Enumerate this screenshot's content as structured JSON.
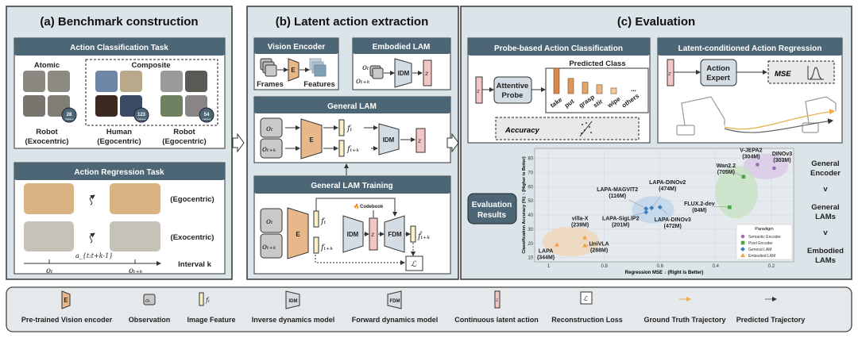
{
  "panel_a": {
    "title": "(a) Benchmark construction",
    "classification": {
      "header": "Action Classification Task",
      "atomic": "Atomic",
      "composite": "Composite",
      "groups": [
        {
          "line1": "Robot",
          "line2": "(Exocentric)",
          "badge": "28"
        },
        {
          "line1": "Human",
          "line2": "(Egocentric)",
          "badge": "123"
        },
        {
          "line1": "Robot",
          "line2": "(Egocentric)",
          "badge": "54"
        }
      ],
      "badge_unit": "Classes"
    },
    "regression": {
      "header": "Action Regression Task",
      "row1": "(Egocentric)",
      "row2": "(Exocentric)",
      "action": "a_{t:t+k-1}",
      "o_t": "oₜ",
      "o_tk": "oₜ₊ₖ",
      "interval": "Interval k"
    }
  },
  "panel_b": {
    "title": "(b) Latent action extraction",
    "vision_encoder": {
      "header": "Vision  Encoder",
      "frames": "Frames",
      "features": "Features",
      "E": "E"
    },
    "embodied_lam": {
      "header": "Embodied LAM",
      "o_t": "oₜ",
      "o_tk": "oₜ₊ₖ",
      "idm": "IDM",
      "z": "z"
    },
    "general_lam": {
      "header": "General LAM",
      "o_t": "oₜ",
      "o_tk": "oₜ₊ₖ",
      "E": "E",
      "f_t": "fₜ",
      "f_tk": "fₜ₊ₖ",
      "idm": "IDM",
      "z": "z"
    },
    "training": {
      "header": "General LAM Training",
      "o_t": "oₜ",
      "o_tk": "oₜ₊ₖ",
      "E": "E",
      "f_t": "fₜ",
      "f_tk": "fₜ₊ₖ",
      "idm": "IDM",
      "z": "z",
      "codebook": "Codebook",
      "fdm": "FDM",
      "f_hat": "f̂ₜ₊ₖ",
      "loss": "ℒ"
    }
  },
  "panel_c": {
    "title": "(c) Evaluation",
    "probe": {
      "header": "Probe-based Action Classification",
      "z": "z",
      "probe": [
        "Attentive",
        "Probe"
      ],
      "predicted": "Predicted Class",
      "classes": [
        "take",
        "put",
        "grasp",
        "stir",
        "wipe",
        "others"
      ],
      "class_levels": [
        1.0,
        0.6,
        0.45,
        0.35,
        0.22
      ],
      "ellipsis": "...",
      "accuracy": "Accuracy"
    },
    "regression": {
      "header": "Latent-conditioned Action Regression",
      "z": "z",
      "expert": [
        "Action",
        "Expert"
      ],
      "mse": "MSE"
    },
    "eval_results": [
      "Evaluation",
      "Results"
    ],
    "hierarchy": [
      "General",
      "Encoder",
      "v",
      "General",
      "LAMs",
      "v",
      "Embodied",
      "LAMs"
    ]
  },
  "chart_data": {
    "type": "scatter",
    "xlabel": "Regression MSE ↓ (Right is Better)",
    "ylabel": "Classification Accuracy (%) ↑ (Higher is Better)",
    "xlim": [
      1.05,
      0.12
    ],
    "ylim": [
      7,
      87
    ],
    "x_reversed": true,
    "xticks": [
      1.0,
      0.8,
      0.6,
      0.4,
      0.2
    ],
    "yticks": [
      10,
      20,
      30,
      40,
      50,
      60,
      70,
      80
    ],
    "grid": true,
    "legend": {
      "title": "Paradigm",
      "placement": "bottom-right"
    },
    "series": [
      {
        "name": "Semantic Encoder",
        "color": "#9b6bb8",
        "marker": "circle",
        "points": [
          {
            "label": "V-JEPA2",
            "size": "(304M)",
            "x": 0.25,
            "y": 75.5
          },
          {
            "label": "DINOv3",
            "size": "(303M)",
            "x": 0.19,
            "y": 73
          }
        ]
      },
      {
        "name": "Pixel Encoder",
        "color": "#4aa640",
        "marker": "square",
        "points": [
          {
            "label": "Wan2.2",
            "size": "(705M)",
            "x": 0.3,
            "y": 67
          },
          {
            "label": "FLUX.2-dev",
            "size": "(84M)",
            "x": 0.35,
            "y": 45.5
          }
        ]
      },
      {
        "name": "General LAM",
        "color": "#3f7fbf",
        "marker": "diamond",
        "points": [
          {
            "label": "LAPA-DINOv2",
            "size": "(474M)",
            "x": 0.63,
            "y": 45
          },
          {
            "label": "LAPA-MAGVIT2",
            "size": "(116M)",
            "x": 0.65,
            "y": 44.5
          },
          {
            "label": "LAPA-SigLIP2",
            "size": "(201M)",
            "x": 0.65,
            "y": 42
          },
          {
            "label": "LAPA-DINOv3",
            "size": "(472M)",
            "x": 0.6,
            "y": 45.5
          }
        ]
      },
      {
        "name": "Embodied LAM",
        "color": "#f0a040",
        "marker": "triangle",
        "points": [
          {
            "label": "villa-X",
            "size": "(239M)",
            "x": 0.87,
            "y": 24
          },
          {
            "label": "UniVLA",
            "size": "(288M)",
            "x": 0.87,
            "y": 18.5
          },
          {
            "label": "LAPA",
            "size": "(344M)",
            "x": 0.97,
            "y": 19
          }
        ]
      }
    ]
  },
  "legend": {
    "items": [
      "Pre-trained Vision encoder",
      "Observation",
      "Image Feature",
      "Inverse dynamics model",
      "Forward dynamics model",
      "Continuous latent action",
      "Reconstruction Loss",
      "Ground Truth Trajectory",
      "Predicted Trajectory"
    ],
    "E": "E",
    "o_t": "oₜ",
    "f_t": "fₜ",
    "idm": "IDM",
    "fdm": "FDM",
    "z": "z",
    "loss": "ℒ"
  },
  "colors": {
    "panel_bg": "#dbe4e9",
    "header": "#4d6676",
    "encoder": "#e8b88a",
    "idm": "#d3dde3",
    "latent": "#f3c6c6",
    "feature": "#fcf1c6",
    "observation": "#c9c9c9",
    "gt_traj": "#e8b04a",
    "pred_traj": "#666666"
  }
}
